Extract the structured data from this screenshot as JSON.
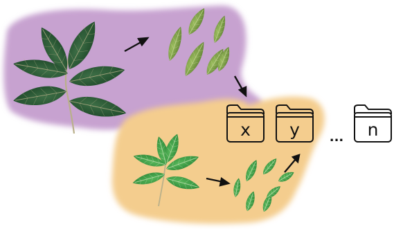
{
  "blobs": {
    "purple_color": "#c7a2d0",
    "orange_color": "#f4cd8e"
  },
  "leaf_colors": {
    "dark_leaf": "#1f4a2a",
    "dark_leaf_light": "#3c6d45",
    "olive_leaflet": "#7fa14a",
    "olive_leaflet_dark": "#5f8033",
    "bright_leaf": "#2e8a3a",
    "bright_leaf_light": "#56b558",
    "stem": "#b9b08a"
  },
  "folders": [
    {
      "label": "x"
    },
    {
      "label": "y"
    },
    {
      "label": "n"
    }
  ],
  "ellipsis": "...",
  "icons": {
    "arrow": "arrow-icon",
    "folder": "folder-icon"
  }
}
